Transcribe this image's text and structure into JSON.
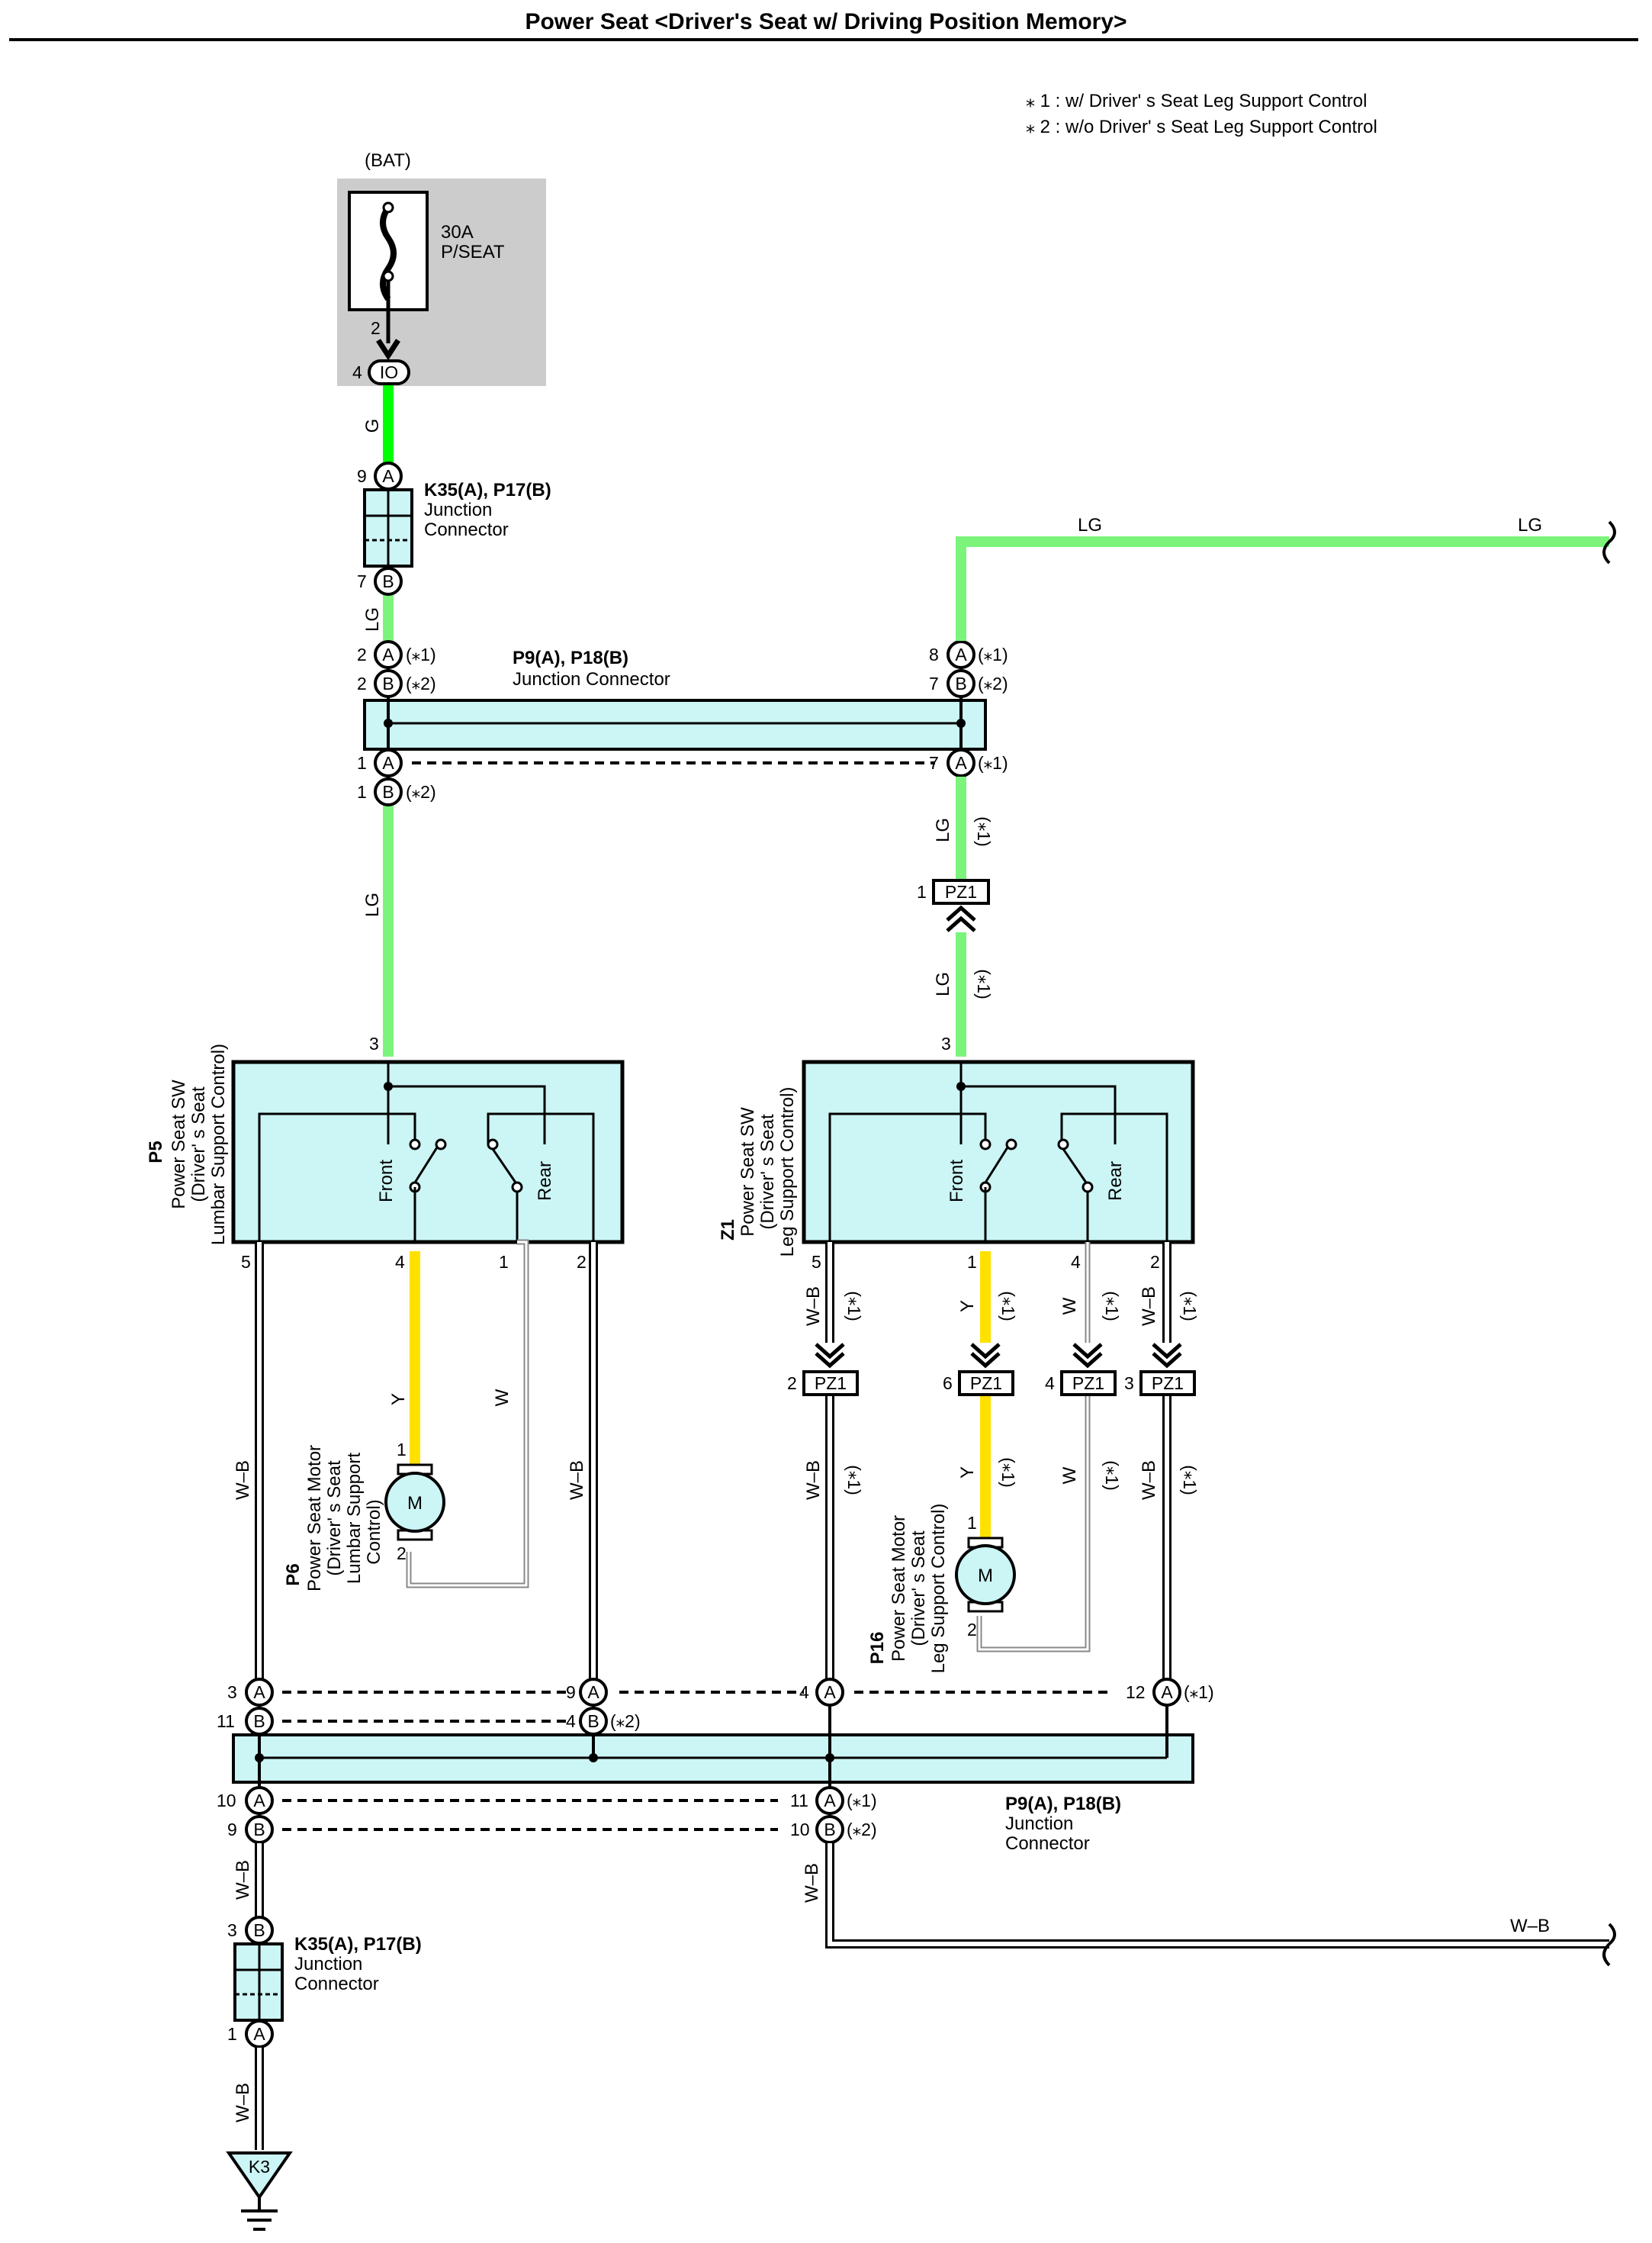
{
  "title": "Power Seat <Driver's Seat w/ Driving Position Memory>",
  "notes": [
    "⁎ 1 : w/ Driver' s Seat Leg Support Control",
    "⁎ 2 : w/o Driver' s Seat Leg Support Control"
  ],
  "fuse": {
    "source": "(BAT)",
    "amp": "30A",
    "name": "P/SEAT",
    "pin_in": "2",
    "pin_out": "4",
    "conn": "IO"
  },
  "jc_top": {
    "id": "K35(A), P17(B)",
    "line1": "Junction",
    "line2": "Connector"
  },
  "jc_bottom": {
    "id": "K35(A), P17(B)",
    "line1": "Junction",
    "line2": "Connector"
  },
  "jb_top": {
    "id": "P9(A), P18(B)",
    "name": "Junction Connector"
  },
  "jb_bottom": {
    "id": "P9(A), P18(B)",
    "line1": "Junction",
    "line2": "Connector"
  },
  "sw_lumbar": {
    "id": "P5",
    "line1": "Power Seat SW",
    "line2": "(Driver' s Seat",
    "line3": "Lumbar Support Control)",
    "front": "Front",
    "rear": "Rear"
  },
  "sw_leg": {
    "id": "Z1",
    "line1": "Power Seat SW",
    "line2": "(Driver' s Seat",
    "line3": "Leg Support Control)",
    "front": "Front",
    "rear": "Rear"
  },
  "motor_lumbar": {
    "id": "P6",
    "line1": "Power Seat Motor",
    "line2": "(Driver' s Seat",
    "line3": "Lumbar Support",
    "line4": "Control)",
    "symbol": "M"
  },
  "motor_leg": {
    "id": "P16",
    "line1": "Power Seat Motor",
    "line2": "(Driver' s Seat",
    "line3": "Leg Support Control)",
    "symbol": "M"
  },
  "ground": "K3",
  "pz1": "PZ1",
  "wire_colors": {
    "G": "G",
    "LG": "LG",
    "Y": "Y",
    "W": "W",
    "WB": "W–B"
  },
  "star1": "(⁎1)",
  "star2": "(⁎2)",
  "letters": {
    "A": "A",
    "B": "B"
  },
  "pins": {
    "n1": "1",
    "n2": "2",
    "n3": "3",
    "n4": "4",
    "n5": "5",
    "n6": "6",
    "n7": "7",
    "n8": "8",
    "n9": "9",
    "n10": "10",
    "n11": "11",
    "n12": "12"
  },
  "colors": {
    "green": "#00ff00",
    "lightgreen": "#7cf47c",
    "yellow": "#ffe100",
    "box": "#ccf5f5",
    "fuse_bg": "#cccccc"
  }
}
